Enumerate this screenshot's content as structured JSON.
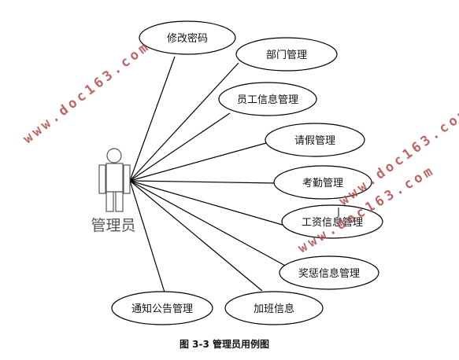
{
  "actor": {
    "label": "管理员"
  },
  "use_cases": [
    {
      "id": "change-password",
      "label": "修改密码"
    },
    {
      "id": "department-management",
      "label": "部门管理"
    },
    {
      "id": "employee-info-management",
      "label": "员工信息管理"
    },
    {
      "id": "leave-management",
      "label": "请假管理"
    },
    {
      "id": "attendance-management",
      "label": "考勤管理"
    },
    {
      "id": "salary-info-management",
      "label": "工资信息管理"
    },
    {
      "id": "reward-punishment-management",
      "label": "奖惩信息管理"
    },
    {
      "id": "notice-announcement-management",
      "label": "通知公告管理"
    },
    {
      "id": "overtime-info",
      "label": "加班信息"
    }
  ],
  "caption": "图 3-3 管理员用例图",
  "watermarks": [
    "www.doc163.com",
    "www.doc163.com",
    "www.doc163.com"
  ]
}
